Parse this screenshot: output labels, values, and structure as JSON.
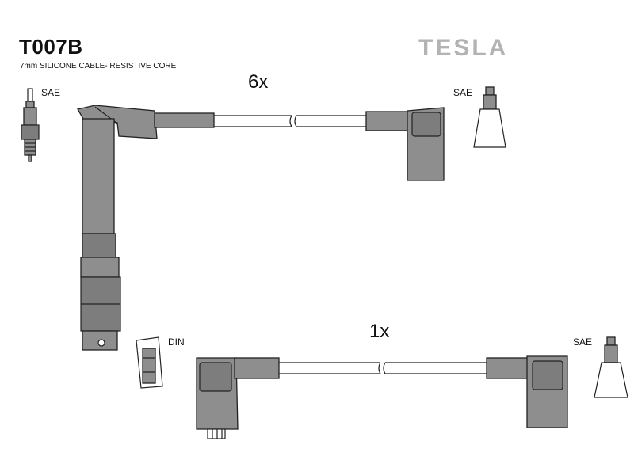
{
  "header": {
    "part_code": "T007B",
    "subtitle": "7mm SILICONE CABLE- RESISTIVE CORE",
    "brand": "TESLA"
  },
  "leads": {
    "top": {
      "quantity": "6x"
    },
    "bottom": {
      "quantity": "1x"
    }
  },
  "connector_labels": {
    "spark_plug_sae": "SAE",
    "top_right_sae": "SAE",
    "din": "DIN",
    "bottom_right_sae": "SAE"
  },
  "colors": {
    "boot_fill": "#8e8e8e",
    "outline": "#222222",
    "brand_gray": "#b3b3b3"
  }
}
